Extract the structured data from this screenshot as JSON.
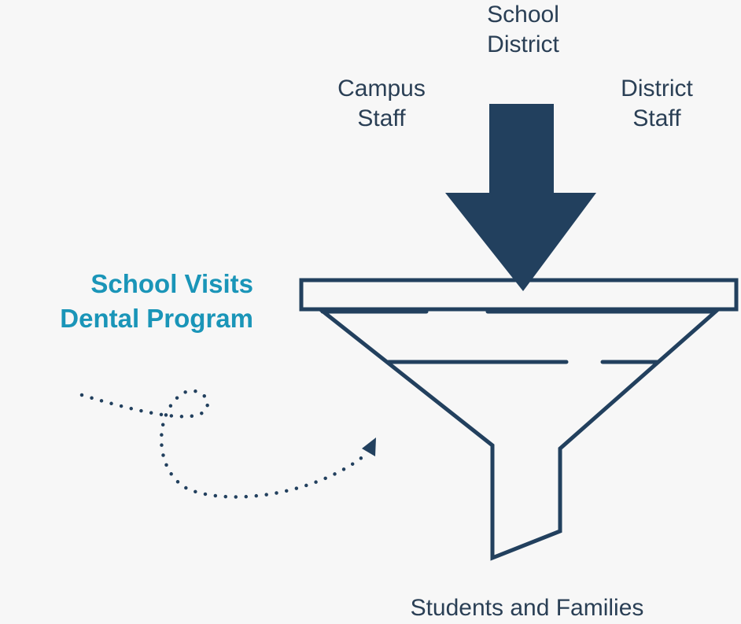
{
  "labels": {
    "school_district": [
      "School",
      "District"
    ],
    "campus_staff": [
      "Campus",
      "Staff"
    ],
    "district_staff": [
      "District",
      "Staff"
    ],
    "outcome": "Students and Families"
  },
  "program": {
    "line1": "School Visits",
    "line2": "Dental Program"
  },
  "colors": {
    "navy": "#22405e",
    "accent": "#1a95b8",
    "background": "#f7f7f7"
  }
}
